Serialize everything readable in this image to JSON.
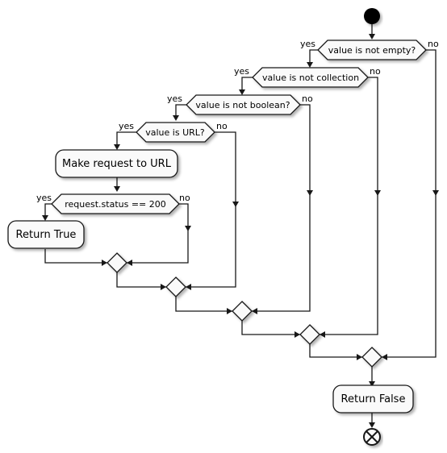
{
  "diagram": {
    "decisions": {
      "not_empty": {
        "condition": "value is not empty?",
        "yes": "yes",
        "no": "no"
      },
      "not_collection": {
        "condition": "value is not collection",
        "yes": "yes",
        "no": "no"
      },
      "not_boolean": {
        "condition": "value is not boolean?",
        "yes": "yes",
        "no": "no"
      },
      "is_url": {
        "condition": "value is URL?",
        "yes": "yes",
        "no": "no"
      },
      "status_200": {
        "condition": "request.status == 200",
        "yes": "yes",
        "no": "no"
      }
    },
    "actions": {
      "make_request": "Make request to URL",
      "return_true": "Return True",
      "return_false": "Return False"
    }
  }
}
